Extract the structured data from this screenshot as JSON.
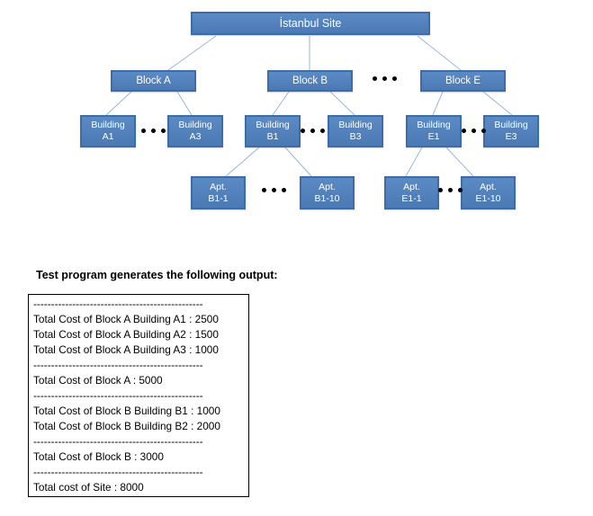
{
  "diagram": {
    "root": {
      "label": "İstanbul Site"
    },
    "blocks": [
      {
        "label": "Block A"
      },
      {
        "label": "Block B"
      },
      {
        "label": "Block E"
      }
    ],
    "buildings": [
      {
        "type": "Building",
        "id": "A1"
      },
      {
        "type": "Building",
        "id": "A3"
      },
      {
        "type": "Building",
        "id": "B1"
      },
      {
        "type": "Building",
        "id": "B3"
      },
      {
        "type": "Building",
        "id": "E1"
      },
      {
        "type": "Building",
        "id": "E3"
      }
    ],
    "apartments": [
      {
        "type": "Apt.",
        "id": "B1-1"
      },
      {
        "type": "Apt.",
        "id": "B1-10"
      },
      {
        "type": "Apt.",
        "id": "E1-1"
      },
      {
        "type": "Apt.",
        "id": "E1-10"
      }
    ],
    "colors": {
      "node_fill": "#4f81bd",
      "node_border": "#3c6da8",
      "connector": "#9ab5d9",
      "node_text": "#ffffff",
      "ellipsis_dots": "#000000"
    }
  },
  "output": {
    "heading": "Test program generates the following output:",
    "lines": [
      "------------------------------------------------",
      "Total Cost of Block A Building A1 : 2500",
      "Total Cost of Block A Building A2 : 1500",
      "Total Cost of Block A Building A3 : 1000",
      "------------------------------------------------",
      "Total Cost of Block A : 5000",
      "------------------------------------------------",
      "Total Cost of Block B Building B1 : 1000",
      "Total Cost of Block B Building B2 : 2000",
      "------------------------------------------------",
      "Total Cost of Block B : 3000",
      "------------------------------------------------",
      "Total cost of Site : 8000"
    ]
  }
}
